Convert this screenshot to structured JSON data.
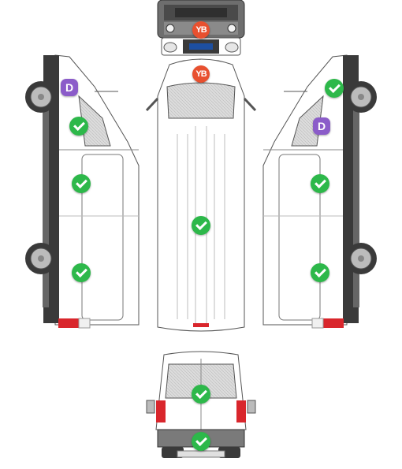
{
  "colors": {
    "ok": "#2db84a",
    "damage": "#8b5cc9",
    "badge": "#e8502f",
    "outline": "#555555",
    "body": "#ffffff",
    "trim": "#3a3a3a",
    "tail_light": "#d9262c"
  },
  "views": [
    "front",
    "left-side",
    "top",
    "right-side",
    "rear"
  ],
  "markers": {
    "front_badge": {
      "text": "YB",
      "icon": "yb-badge"
    },
    "top_badge": {
      "text": "YB",
      "icon": "yb-badge"
    },
    "left_damage": {
      "text": "D",
      "icon": "damage-badge"
    },
    "right_damage": {
      "text": "D",
      "icon": "damage-badge"
    },
    "checks": [
      "check-icon"
    ]
  }
}
